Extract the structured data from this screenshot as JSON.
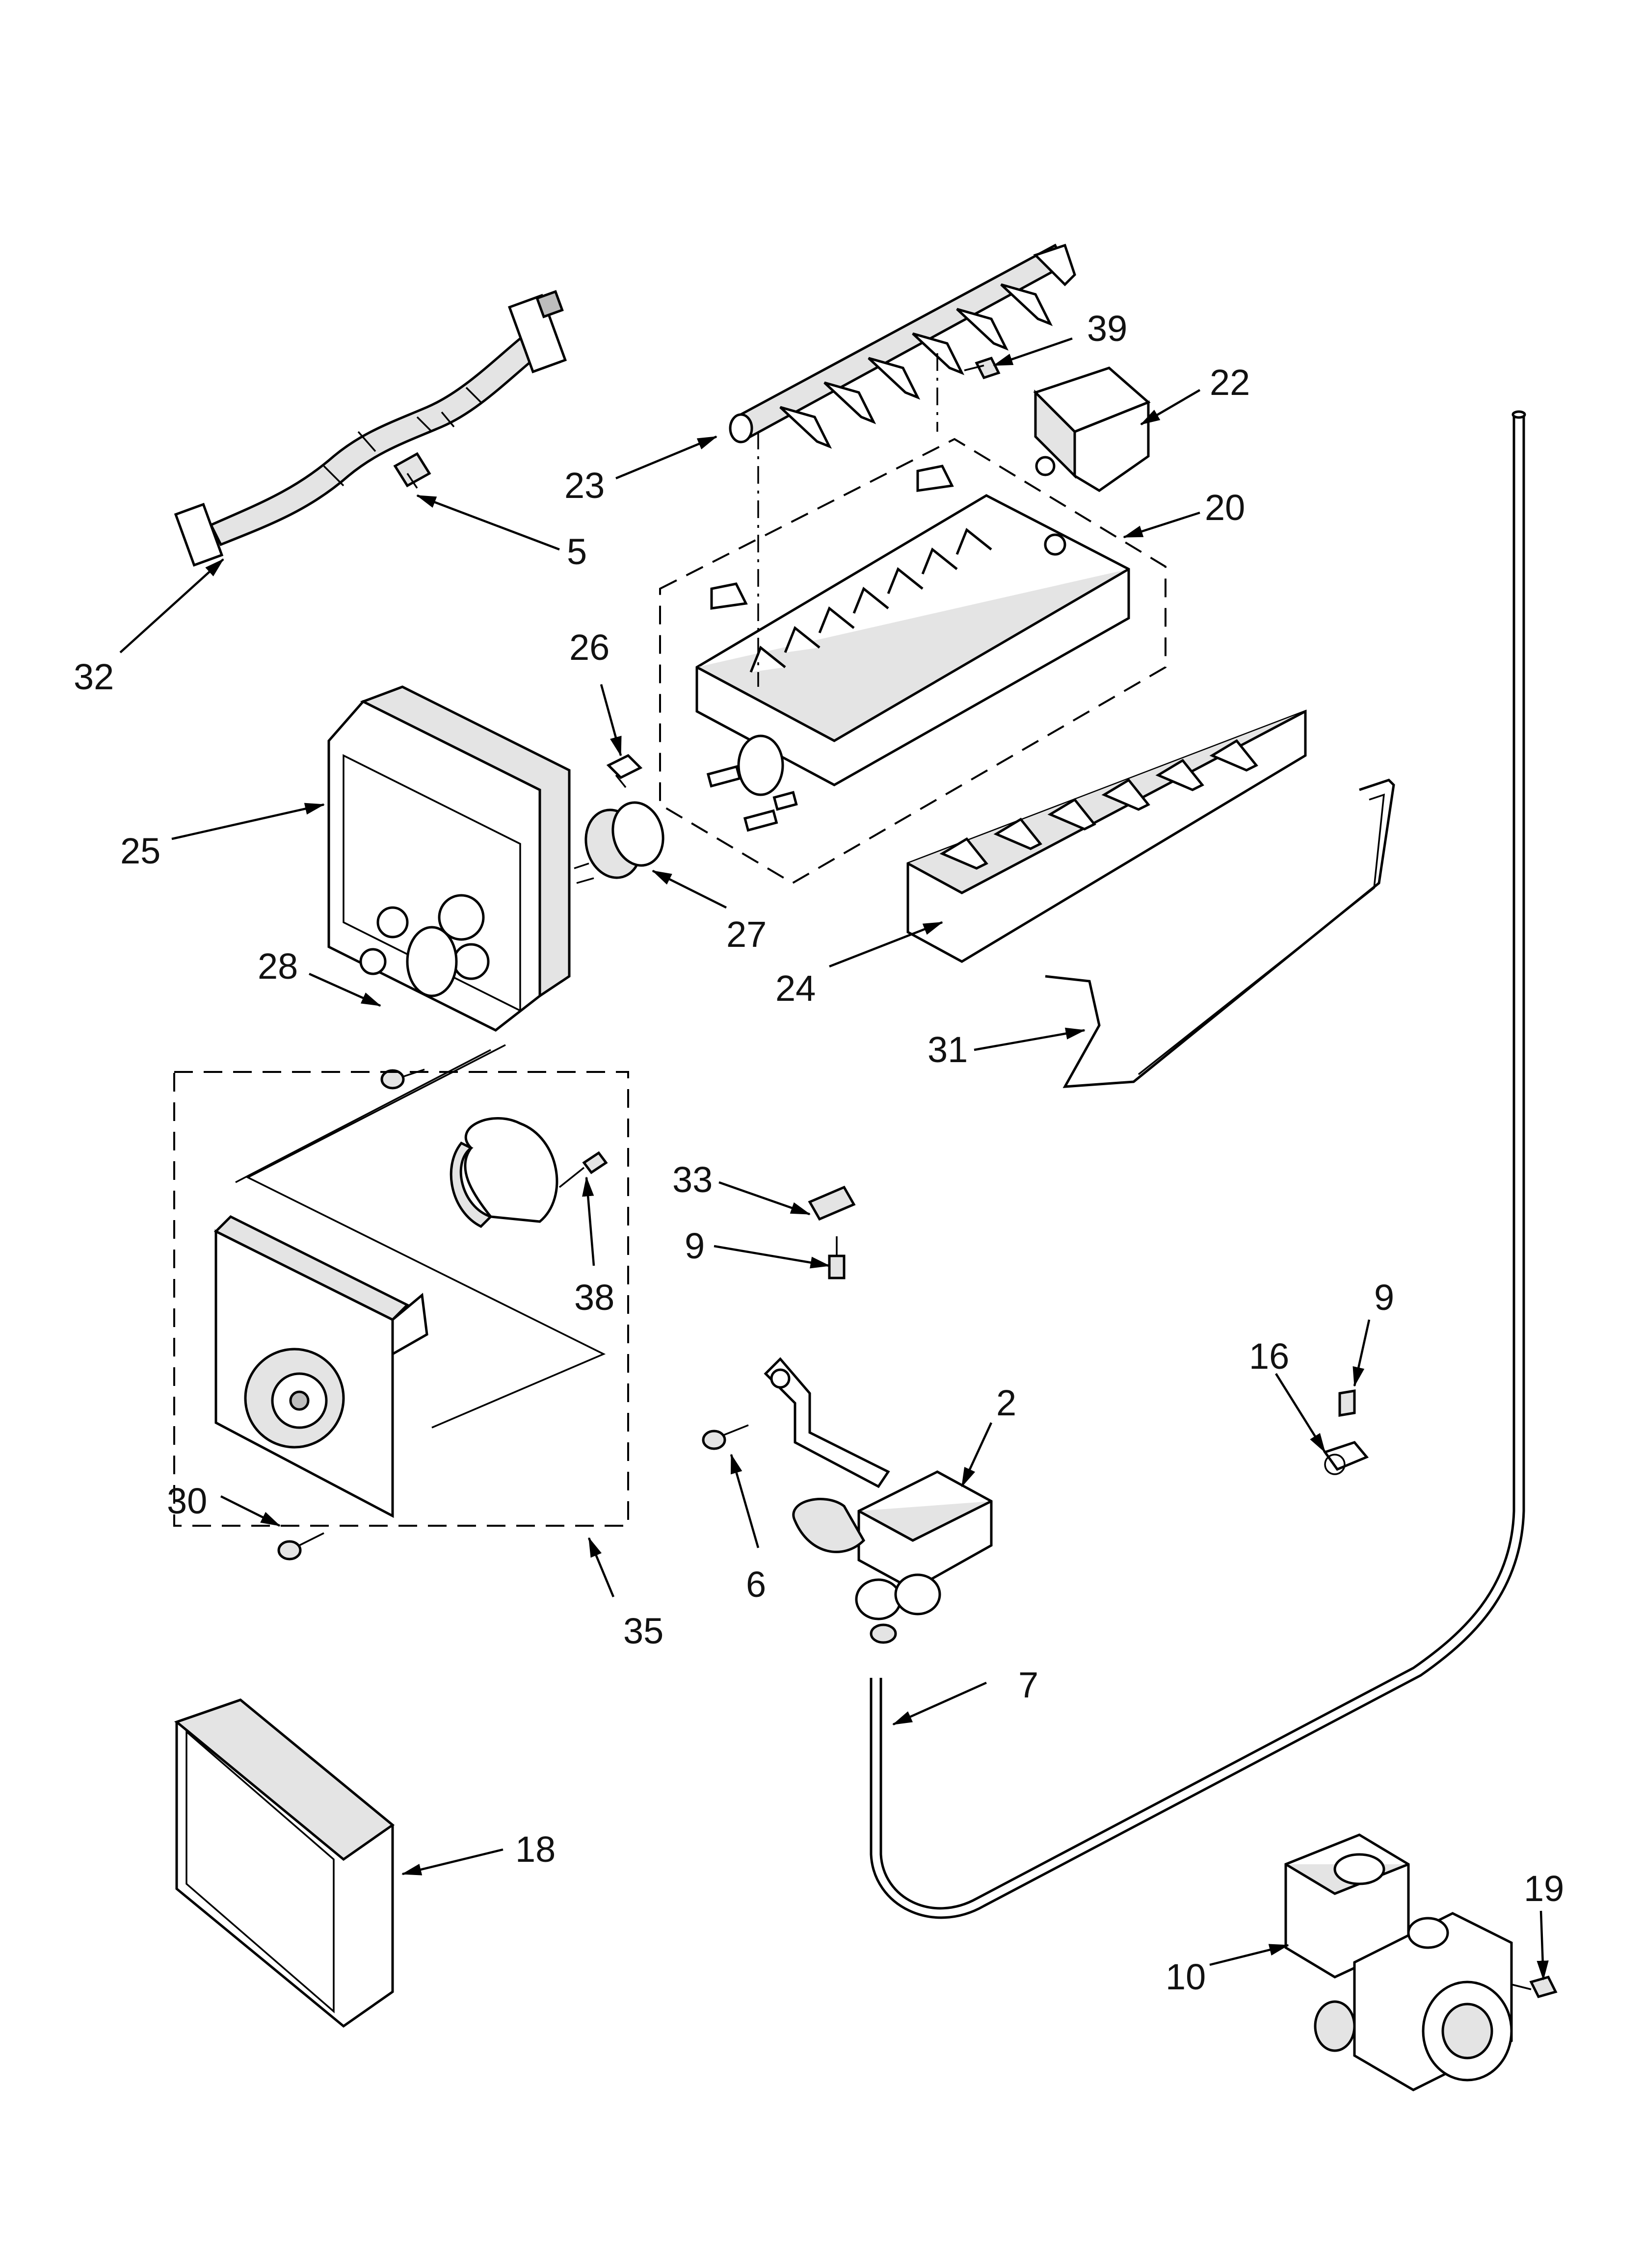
{
  "diagram": {
    "callouts": [
      {
        "id": "p39",
        "text": "39"
      },
      {
        "id": "p22",
        "text": "22"
      },
      {
        "id": "p23",
        "text": "23"
      },
      {
        "id": "p20",
        "text": "20"
      },
      {
        "id": "p5",
        "text": "5"
      },
      {
        "id": "p32",
        "text": "32"
      },
      {
        "id": "p26",
        "text": "26"
      },
      {
        "id": "p25",
        "text": "25"
      },
      {
        "id": "p27",
        "text": "27"
      },
      {
        "id": "p24",
        "text": "24"
      },
      {
        "id": "p28",
        "text": "28"
      },
      {
        "id": "p31",
        "text": "31"
      },
      {
        "id": "p33",
        "text": "33"
      },
      {
        "id": "p9a",
        "text": "9"
      },
      {
        "id": "p38",
        "text": "38"
      },
      {
        "id": "p9b",
        "text": "9"
      },
      {
        "id": "p16",
        "text": "16"
      },
      {
        "id": "p2",
        "text": "2"
      },
      {
        "id": "p30",
        "text": "30"
      },
      {
        "id": "p6",
        "text": "6"
      },
      {
        "id": "p35",
        "text": "35"
      },
      {
        "id": "p7",
        "text": "7"
      },
      {
        "id": "p18",
        "text": "18"
      },
      {
        "id": "p19",
        "text": "19"
      },
      {
        "id": "p10",
        "text": "10"
      }
    ]
  }
}
